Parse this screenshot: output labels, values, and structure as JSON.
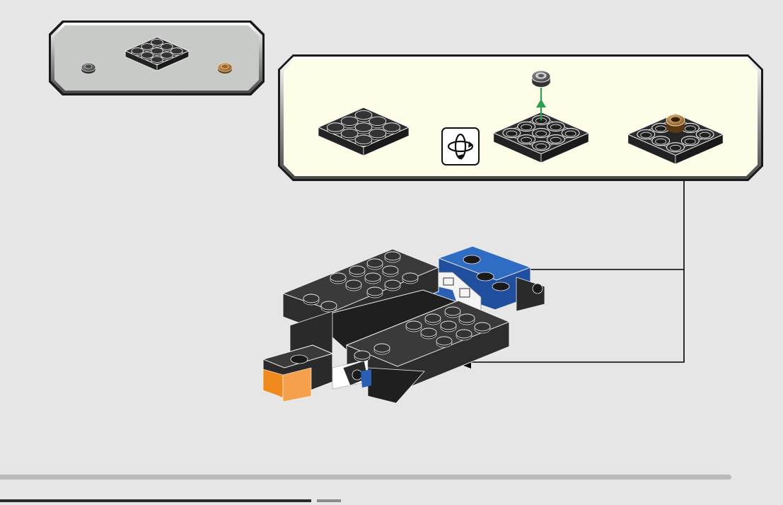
{
  "colors": {
    "page_background": "#e6e6e6",
    "parts_box_fill": "#c8cac8",
    "step_box_fill": "#fdfde8",
    "plate_dark": "#2d2d2d",
    "plate_edge": "#eeeeee",
    "round_plate_gray": "#5c5c5c",
    "round_plate_tan": "#b47a34",
    "brick_blue": "#2a5fb5",
    "brick_orange": "#f08a1c",
    "insertion_arrow": "#2aa14a",
    "callout_line": "#000000"
  },
  "parts_list": [
    {
      "part": "round-plate-1x1",
      "color_key": "round_plate_gray"
    },
    {
      "part": "plate-3x3",
      "color_key": "plate_dark"
    },
    {
      "part": "round-plate-1x1",
      "color_key": "round_plate_tan"
    }
  ],
  "substeps": [
    {
      "shows": "plate-3x3"
    },
    {
      "shows": "rotate-model-icon"
    },
    {
      "shows": "plate-3x3-with-round-plate-insertion"
    },
    {
      "shows": "plate-3x3-with-tan-round-plate"
    }
  ],
  "icons": [
    "rotate-model-icon",
    "down-arrow-icon"
  ],
  "callout_targets": 2
}
